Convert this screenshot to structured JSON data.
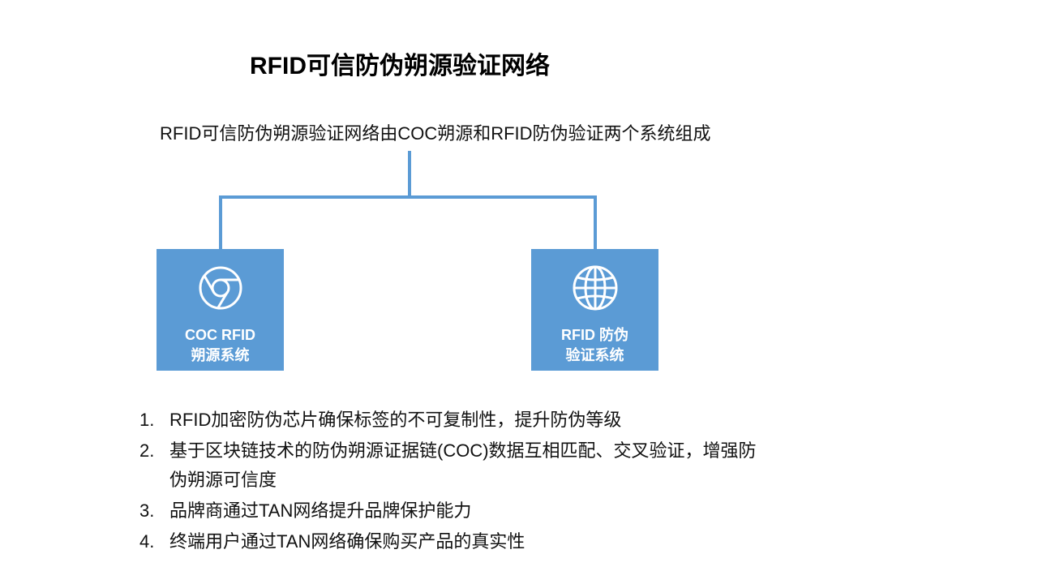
{
  "title": "RFID可信防伪朔源验证网络",
  "subtitle": "RFID可信防伪朔源验证网络由COC朔源和RFID防伪验证两个系统组成",
  "colors": {
    "box_fill": "#5b9bd5",
    "connector": "#5b9bd5",
    "box_text": "#ffffff"
  },
  "nodes": [
    {
      "icon": "chrome-icon",
      "line1": "COC RFID",
      "line2": "朔源系统"
    },
    {
      "icon": "globe-icon",
      "line1": "RFID 防伪",
      "line2": "验证系统"
    }
  ],
  "points": [
    {
      "num": "1.",
      "text": "RFID加密防伪芯片确保标签的不可复制性，提升防伪等级"
    },
    {
      "num": "2.",
      "text": "基于区块链技术的防伪朔源证据链(COC)数据互相匹配、交叉验证，增强防伪朔源可信度"
    },
    {
      "num": "3.",
      "text": "品牌商通过TAN网络提升品牌保护能力"
    },
    {
      "num": "4.",
      "text": "终端用户通过TAN网络确保购买产品的真实性"
    }
  ]
}
